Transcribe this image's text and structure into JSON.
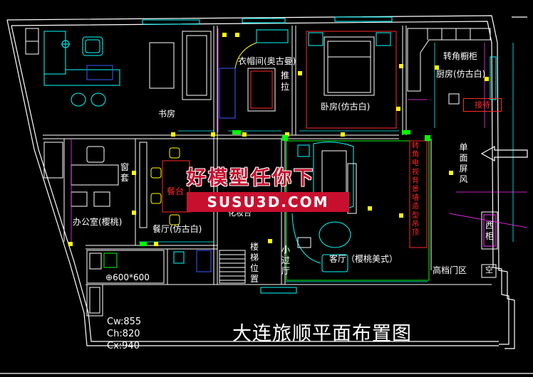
{
  "title": "大连旅顺平面布置图",
  "watermark": {
    "line1": "好模型任你下",
    "line2": "SUSU3D.COM"
  },
  "rooms": {
    "study": "书房",
    "cloakroom": "衣帽间(奥古曼)",
    "push_pull": "推拉",
    "bedroom": "卧房(仿古白)",
    "corner_cabinet": "转角橱柜",
    "kitchen": "厨房(仿古白)",
    "reception_box": "接待",
    "single_screen": "单面屏风",
    "window_seat": "窗套",
    "dining_red": "餐台",
    "dining": "餐厅(仿古白)",
    "office": "办公室(樱桃)",
    "dressing_table": "化妆台",
    "living": "客厅（樱桃美式）",
    "side_cabinet": "西柜",
    "stair": "楼梯位置",
    "small_hall": "小过厅",
    "high_door": "高档门区",
    "empty": "空",
    "tv_wall": "转角电视背景墙造型吊顶",
    "tile_size": "600*600"
  },
  "cabinet_dims": [
    "Cw:855",
    "Ch:820",
    "Cx:940"
  ],
  "colors": {
    "wall": "#ffffff",
    "furniture": "#00ffff",
    "accent": "#ff2a2a",
    "marker": "#ffff00",
    "green": "#00ff00",
    "magenta": "#ff33ff",
    "watermark": "#c8102e"
  }
}
